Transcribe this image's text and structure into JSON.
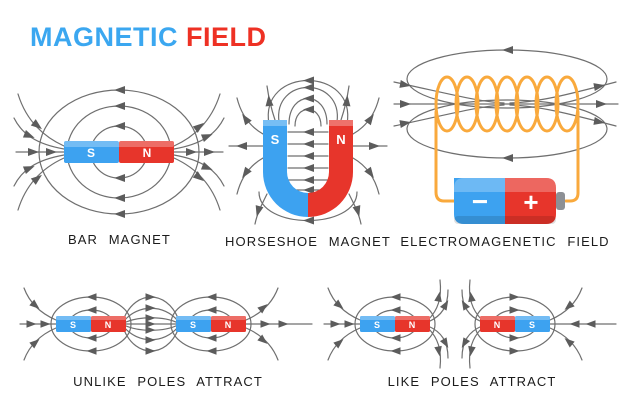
{
  "title": {
    "word1": "MAGNETIC",
    "word2": "FIELD"
  },
  "colors": {
    "background": "#FFFFFF",
    "title_blue": "#3BA7F0",
    "title_red": "#EE3124",
    "magnet_blue": "#3DA2F0",
    "magnet_red": "#E7352B",
    "field_line": "#6F6F6F",
    "arrowhead": "#5C5C5C",
    "coil_orange": "#F9A93C",
    "battery_terminal_gray": "#8D9095",
    "caption_black": "#1B1B1B"
  },
  "figures": {
    "bar_magnet": {
      "caption": "BAR MAGNET",
      "pole_left": "S",
      "pole_right": "N"
    },
    "horseshoe": {
      "caption": "HORSESHOE MAGNET",
      "pole_left": "S",
      "pole_right": "N"
    },
    "electromagnetic": {
      "caption": "ELECTROMAGENETIC FIELD",
      "battery_negative": "−",
      "battery_positive": "+"
    },
    "unlike_poles": {
      "caption": "UNLIKE POLES ATTRACT",
      "magnet1": {
        "left": "S",
        "right": "N"
      },
      "magnet2": {
        "left": "S",
        "right": "N"
      }
    },
    "like_poles": {
      "caption": "LIKE POLES ATTRACT",
      "magnet1": {
        "left": "S",
        "right": "N"
      },
      "magnet2": {
        "left": "N",
        "right": "S"
      }
    }
  }
}
